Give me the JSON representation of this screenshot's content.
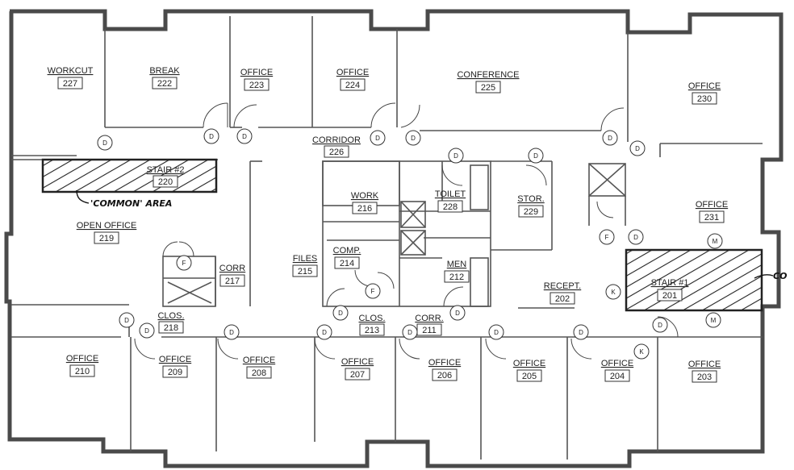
{
  "rooms": [
    {
      "id": "r227",
      "name": "WORKCUT",
      "number": "227"
    },
    {
      "id": "r222",
      "name": "BREAK",
      "number": "222"
    },
    {
      "id": "r223",
      "name": "OFFICE",
      "number": "223"
    },
    {
      "id": "r224",
      "name": "OFFICE",
      "number": "224"
    },
    {
      "id": "r225",
      "name": "CONFERENCE",
      "number": "225"
    },
    {
      "id": "r230",
      "name": "OFFICE",
      "number": "230"
    },
    {
      "id": "r226",
      "name": "CORRIDOR",
      "number": "226"
    },
    {
      "id": "r220",
      "name": "STAIR #2",
      "number": "220"
    },
    {
      "id": "r219",
      "name": "OPEN OFFICE",
      "number": "219"
    },
    {
      "id": "r216",
      "name": "WORK",
      "number": "216"
    },
    {
      "id": "r228",
      "name": "TOILET",
      "number": "228"
    },
    {
      "id": "r229",
      "name": "STOR.",
      "number": "229"
    },
    {
      "id": "r231",
      "name": "OFFICE",
      "number": "231"
    },
    {
      "id": "r215",
      "name": "FILES",
      "number": "215"
    },
    {
      "id": "r214",
      "name": "COMP.",
      "number": "214"
    },
    {
      "id": "r212",
      "name": "MEN",
      "number": "212"
    },
    {
      "id": "r217",
      "name": "CORR",
      "number": "217"
    },
    {
      "id": "r202",
      "name": "RECEPT.",
      "number": "202"
    },
    {
      "id": "r201",
      "name": "STAIR #1",
      "number": "201"
    },
    {
      "id": "r218",
      "name": "CLOS.",
      "number": "218"
    },
    {
      "id": "r213",
      "name": "CLOS.",
      "number": "213"
    },
    {
      "id": "r211",
      "name": "CORR.",
      "number": "211"
    },
    {
      "id": "r210",
      "name": "OFFICE",
      "number": "210"
    },
    {
      "id": "r209",
      "name": "OFFICE",
      "number": "209"
    },
    {
      "id": "r208",
      "name": "OFFICE",
      "number": "208"
    },
    {
      "id": "r207",
      "name": "OFFICE",
      "number": "207"
    },
    {
      "id": "r206",
      "name": "OFFICE",
      "number": "206"
    },
    {
      "id": "r205",
      "name": "OFFICE",
      "number": "205"
    },
    {
      "id": "r204",
      "name": "OFFICE",
      "number": "204"
    },
    {
      "id": "r203",
      "name": "OFFICE",
      "number": "203"
    }
  ],
  "annotations": {
    "common_area": "'COMMON' AREA",
    "common_right": "CO"
  },
  "tags": {
    "D": "D",
    "F": "F",
    "M": "M",
    "K": "K"
  },
  "colors": {
    "wall": "#4a4a4a",
    "hatch": "#222222",
    "paper": "#ffffff"
  }
}
